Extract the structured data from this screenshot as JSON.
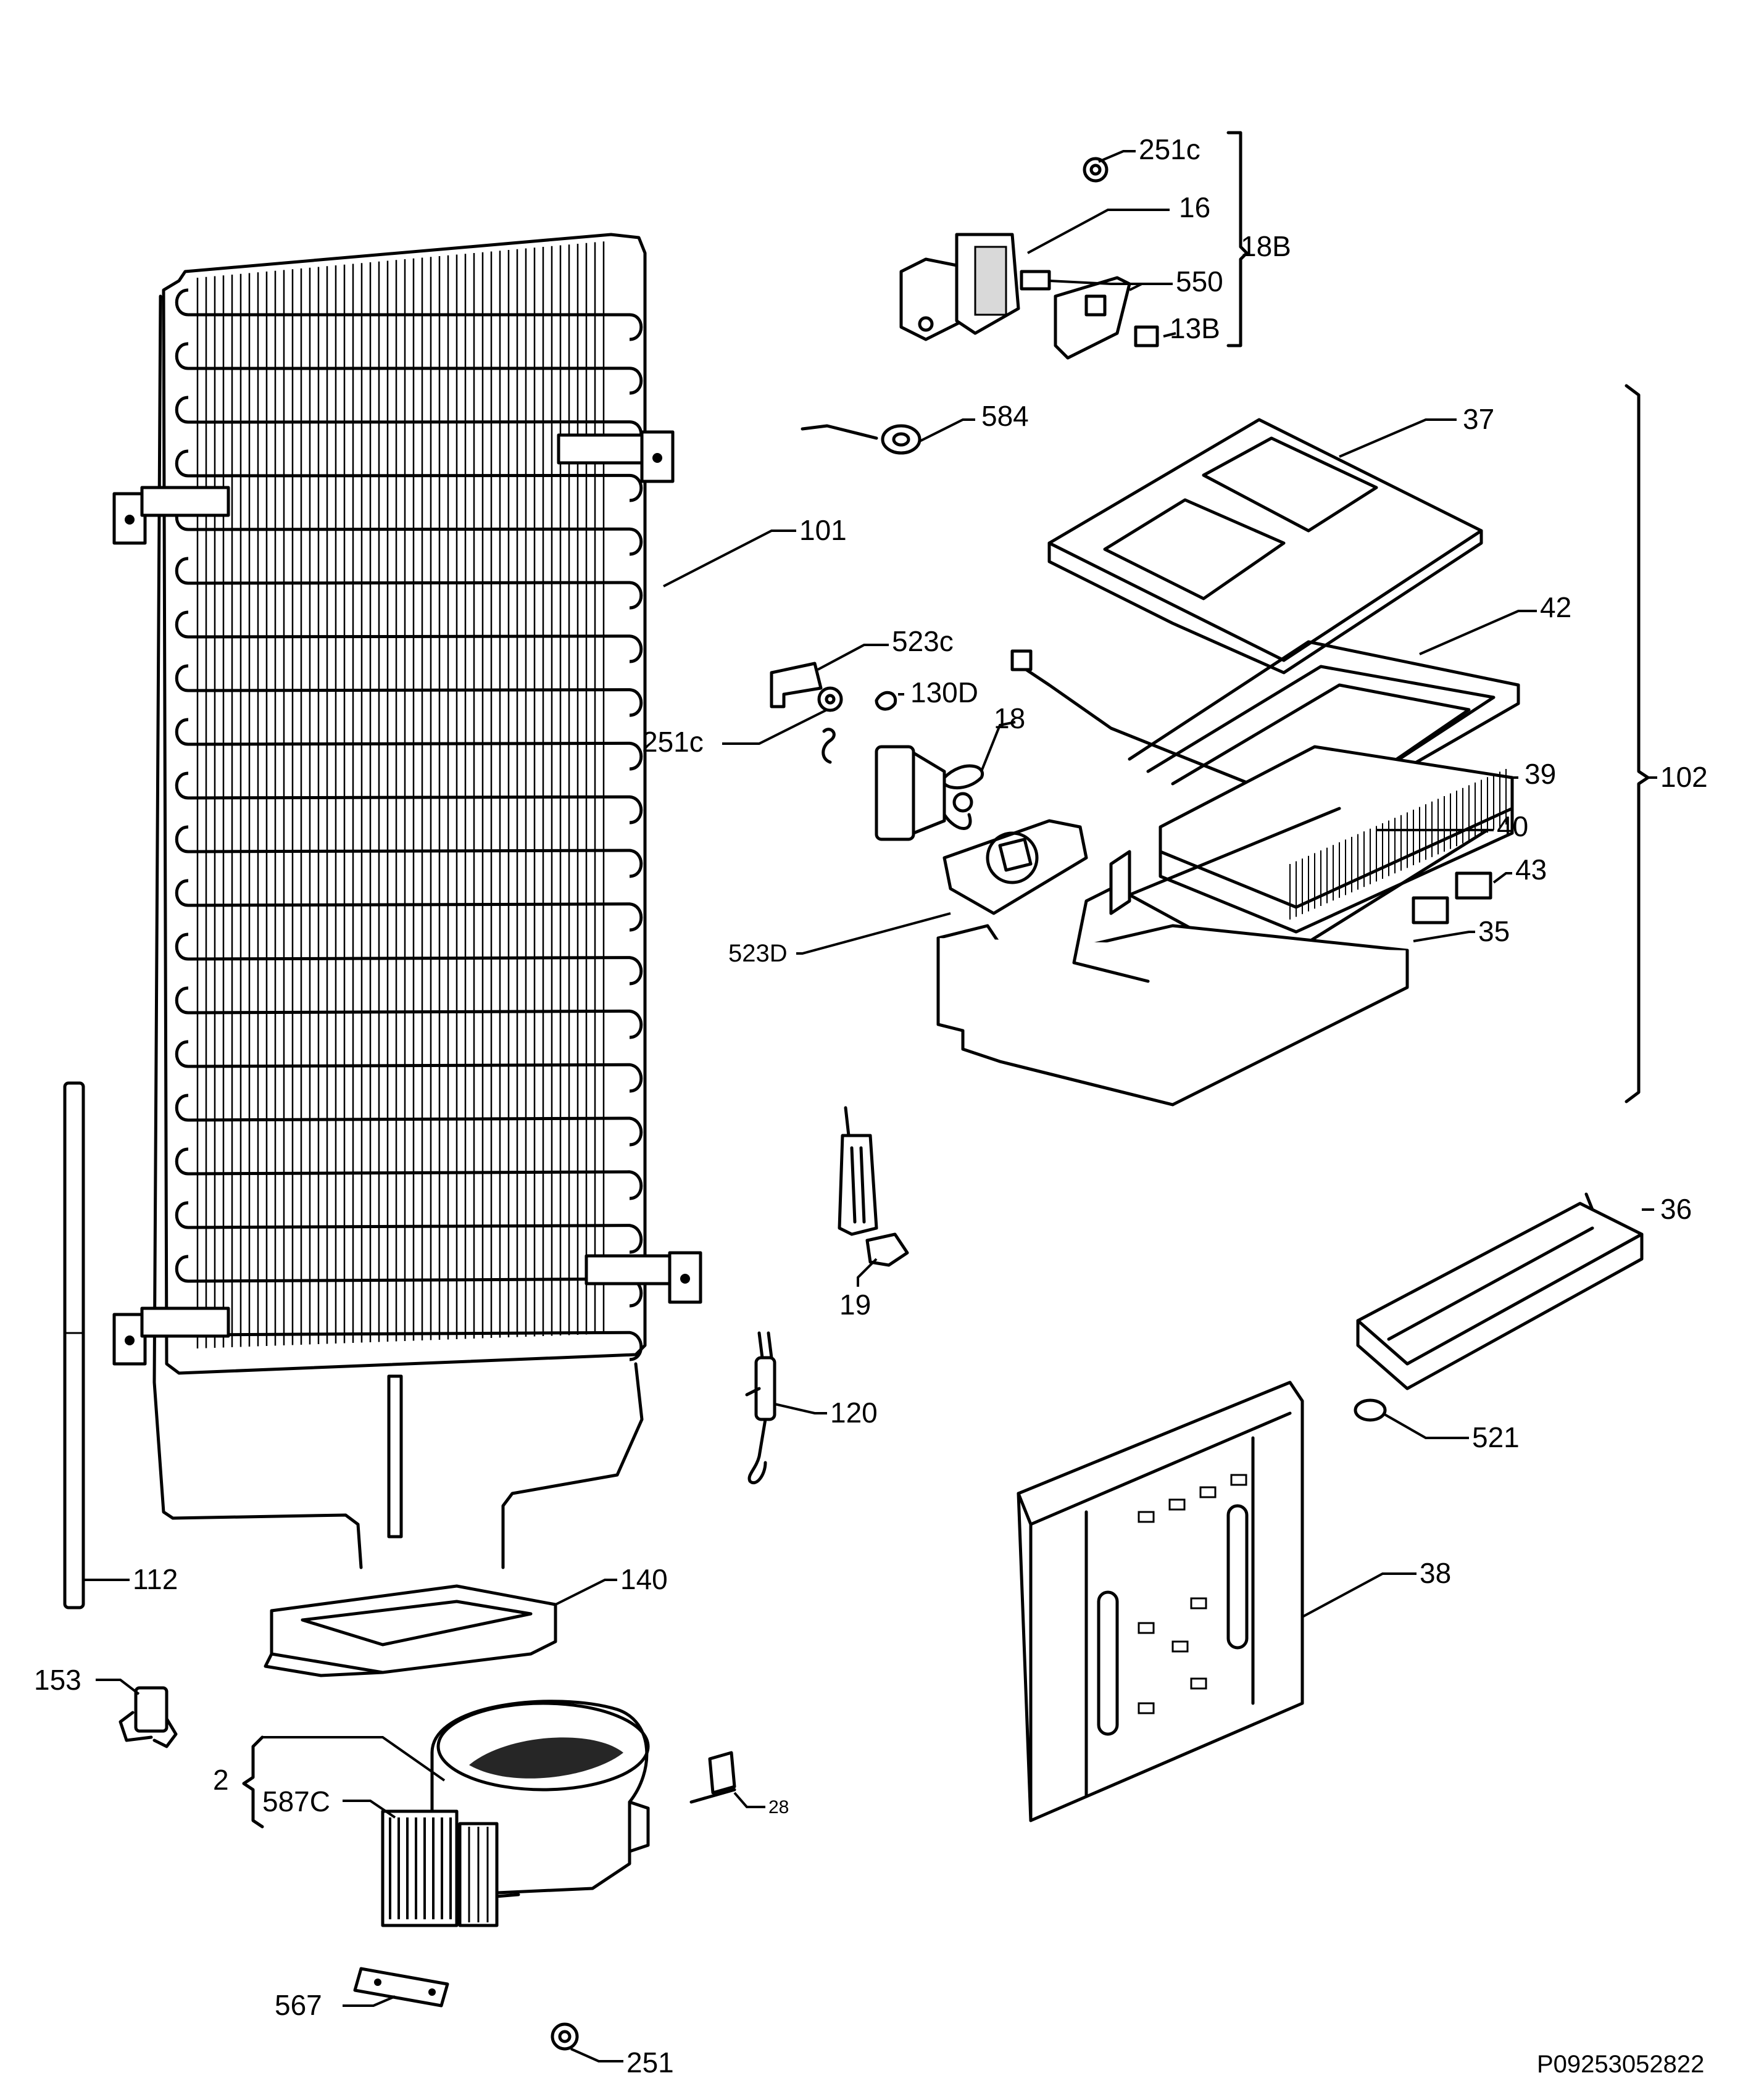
{
  "diagram": {
    "reference_code": "P09253052822",
    "labels": {
      "p251c_top": "251c",
      "p16": "16",
      "p18B": "18B",
      "p550": "550",
      "p13B": "13B",
      "p584": "584",
      "p37": "37",
      "p101": "101",
      "p42": "42",
      "p523c": "523c",
      "p130D": "130D",
      "p251c_mid": "251c",
      "p18": "18",
      "p39": "39",
      "p102": "102",
      "p40": "40",
      "p43": "43",
      "p523D": "523D",
      "p35": "35",
      "p36": "36",
      "p19": "19",
      "p120": "120",
      "p521": "521",
      "p112": "112",
      "p140": "140",
      "p38": "38",
      "p153": "153",
      "p2": "2",
      "p587C": "587C",
      "p28": "28",
      "p567": "567",
      "p251": "251"
    }
  }
}
